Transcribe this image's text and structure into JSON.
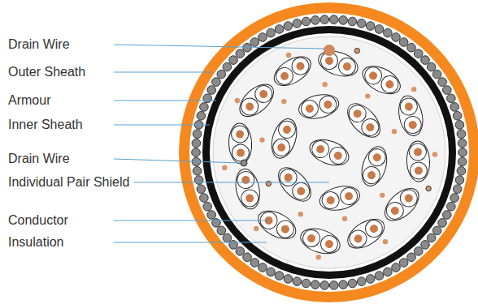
{
  "diagram": {
    "labels": [
      "Drain Wire",
      "Outer Sheath",
      "Armour",
      "Inner Sheath",
      "Drain Wire",
      "Individual Pair Shield",
      "Conductor",
      "Insulation"
    ]
  }
}
